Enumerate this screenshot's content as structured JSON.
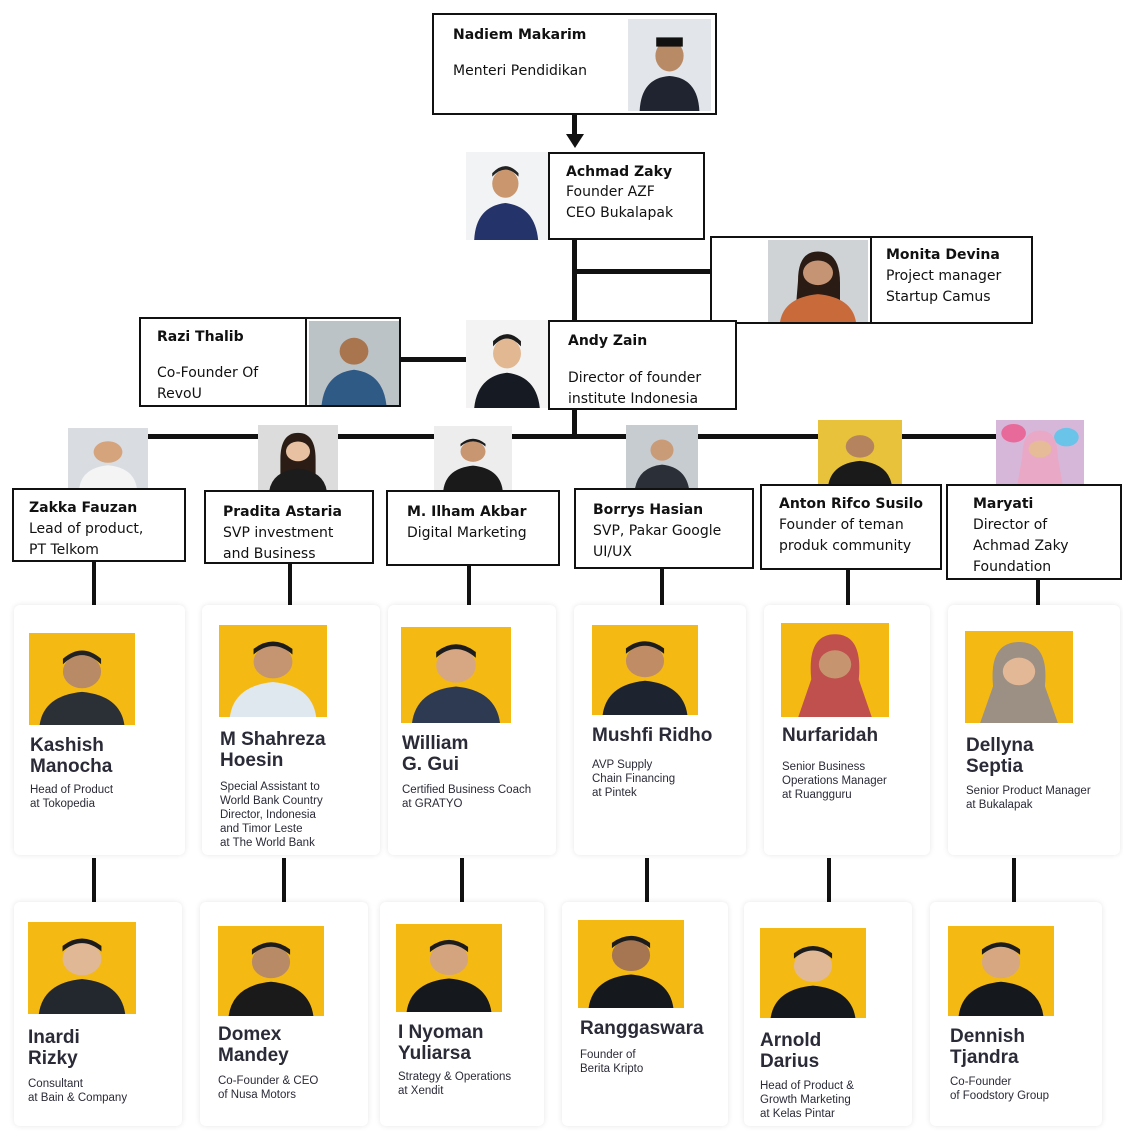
{
  "top": {
    "name": "Nadiem Makarim",
    "role": "Menteri Pendidikan"
  },
  "zaky": {
    "name": "Achmad Zaky",
    "role1": "Founder AZF",
    "role2": "CEO Bukalapak"
  },
  "monita": {
    "name": "Monita Devina",
    "role1": "Project manager",
    "role2": "Startup Camus"
  },
  "razi": {
    "name": "Razi Thalib",
    "role1": "Co-Founder Of",
    "role2": "RevoU"
  },
  "andy": {
    "name": "Andy Zain",
    "role1": "Director of founder",
    "role2": "institute Indonesia"
  },
  "leaders": [
    {
      "name": "Zakka Fauzan",
      "role1": "Lead of product,",
      "role2": "PT Telkom",
      "role3": ""
    },
    {
      "name": "Pradita Astaria",
      "role1": "SVP investment",
      "role2": "and Business",
      "role3": ""
    },
    {
      "name": "M. Ilham Akbar",
      "role1": "Digital Marketing",
      "role2": "",
      "role3": ""
    },
    {
      "name": "Borrys Hasian",
      "role1": "SVP, Pakar Google",
      "role2": "UI/UX",
      "role3": ""
    },
    {
      "name": "Anton Rifco Susilo",
      "role1": "Founder of teman",
      "role2": "produk community",
      "role3": ""
    },
    {
      "name": "Maryati",
      "role1": "Director of",
      "role2": "Achmad Zaky",
      "role3": "Foundation"
    }
  ],
  "row1": [
    {
      "name": "Kashish\nManocha",
      "desc": "Head of Product\nat Tokopedia"
    },
    {
      "name": "M Shahreza\nHoesin",
      "desc": "Special Assistant to\nWorld Bank Country\nDirector, Indonesia\nand Timor Leste\nat The World Bank"
    },
    {
      "name": "William\nG. Gui",
      "desc": "Certified Business Coach\nat GRATYO"
    },
    {
      "name": "Mushfi Ridho",
      "desc": "AVP Supply\nChain Financing\nat Pintek"
    },
    {
      "name": "Nurfaridah",
      "desc": "Senior Business\nOperations Manager\nat Ruangguru"
    },
    {
      "name": "Dellyna\nSeptia",
      "desc": "Senior Product Manager\nat Bukalapak"
    }
  ],
  "row2": [
    {
      "name": "Inardi\nRizky",
      "desc": "Consultant\nat Bain & Company"
    },
    {
      "name": "Domex\nMandey",
      "desc": "Co-Founder & CEO\nof Nusa Motors"
    },
    {
      "name": "I Nyoman\nYuliarsa",
      "desc": "Strategy & Operations\nat Xendit"
    },
    {
      "name": "Ranggaswara",
      "desc": "Founder of\nBerita Kripto"
    },
    {
      "name": "Arnold\nDarius",
      "desc": "Head of Product &\nGrowth Marketing\nat Kelas Pintar"
    },
    {
      "name": "Dennish\nTjandra",
      "desc": "Co-Founder\nof Foodstory Group"
    }
  ],
  "colors": {
    "card_photo_bg": "#f5b914",
    "line": "#111111",
    "card_text": "#2b2b38"
  }
}
